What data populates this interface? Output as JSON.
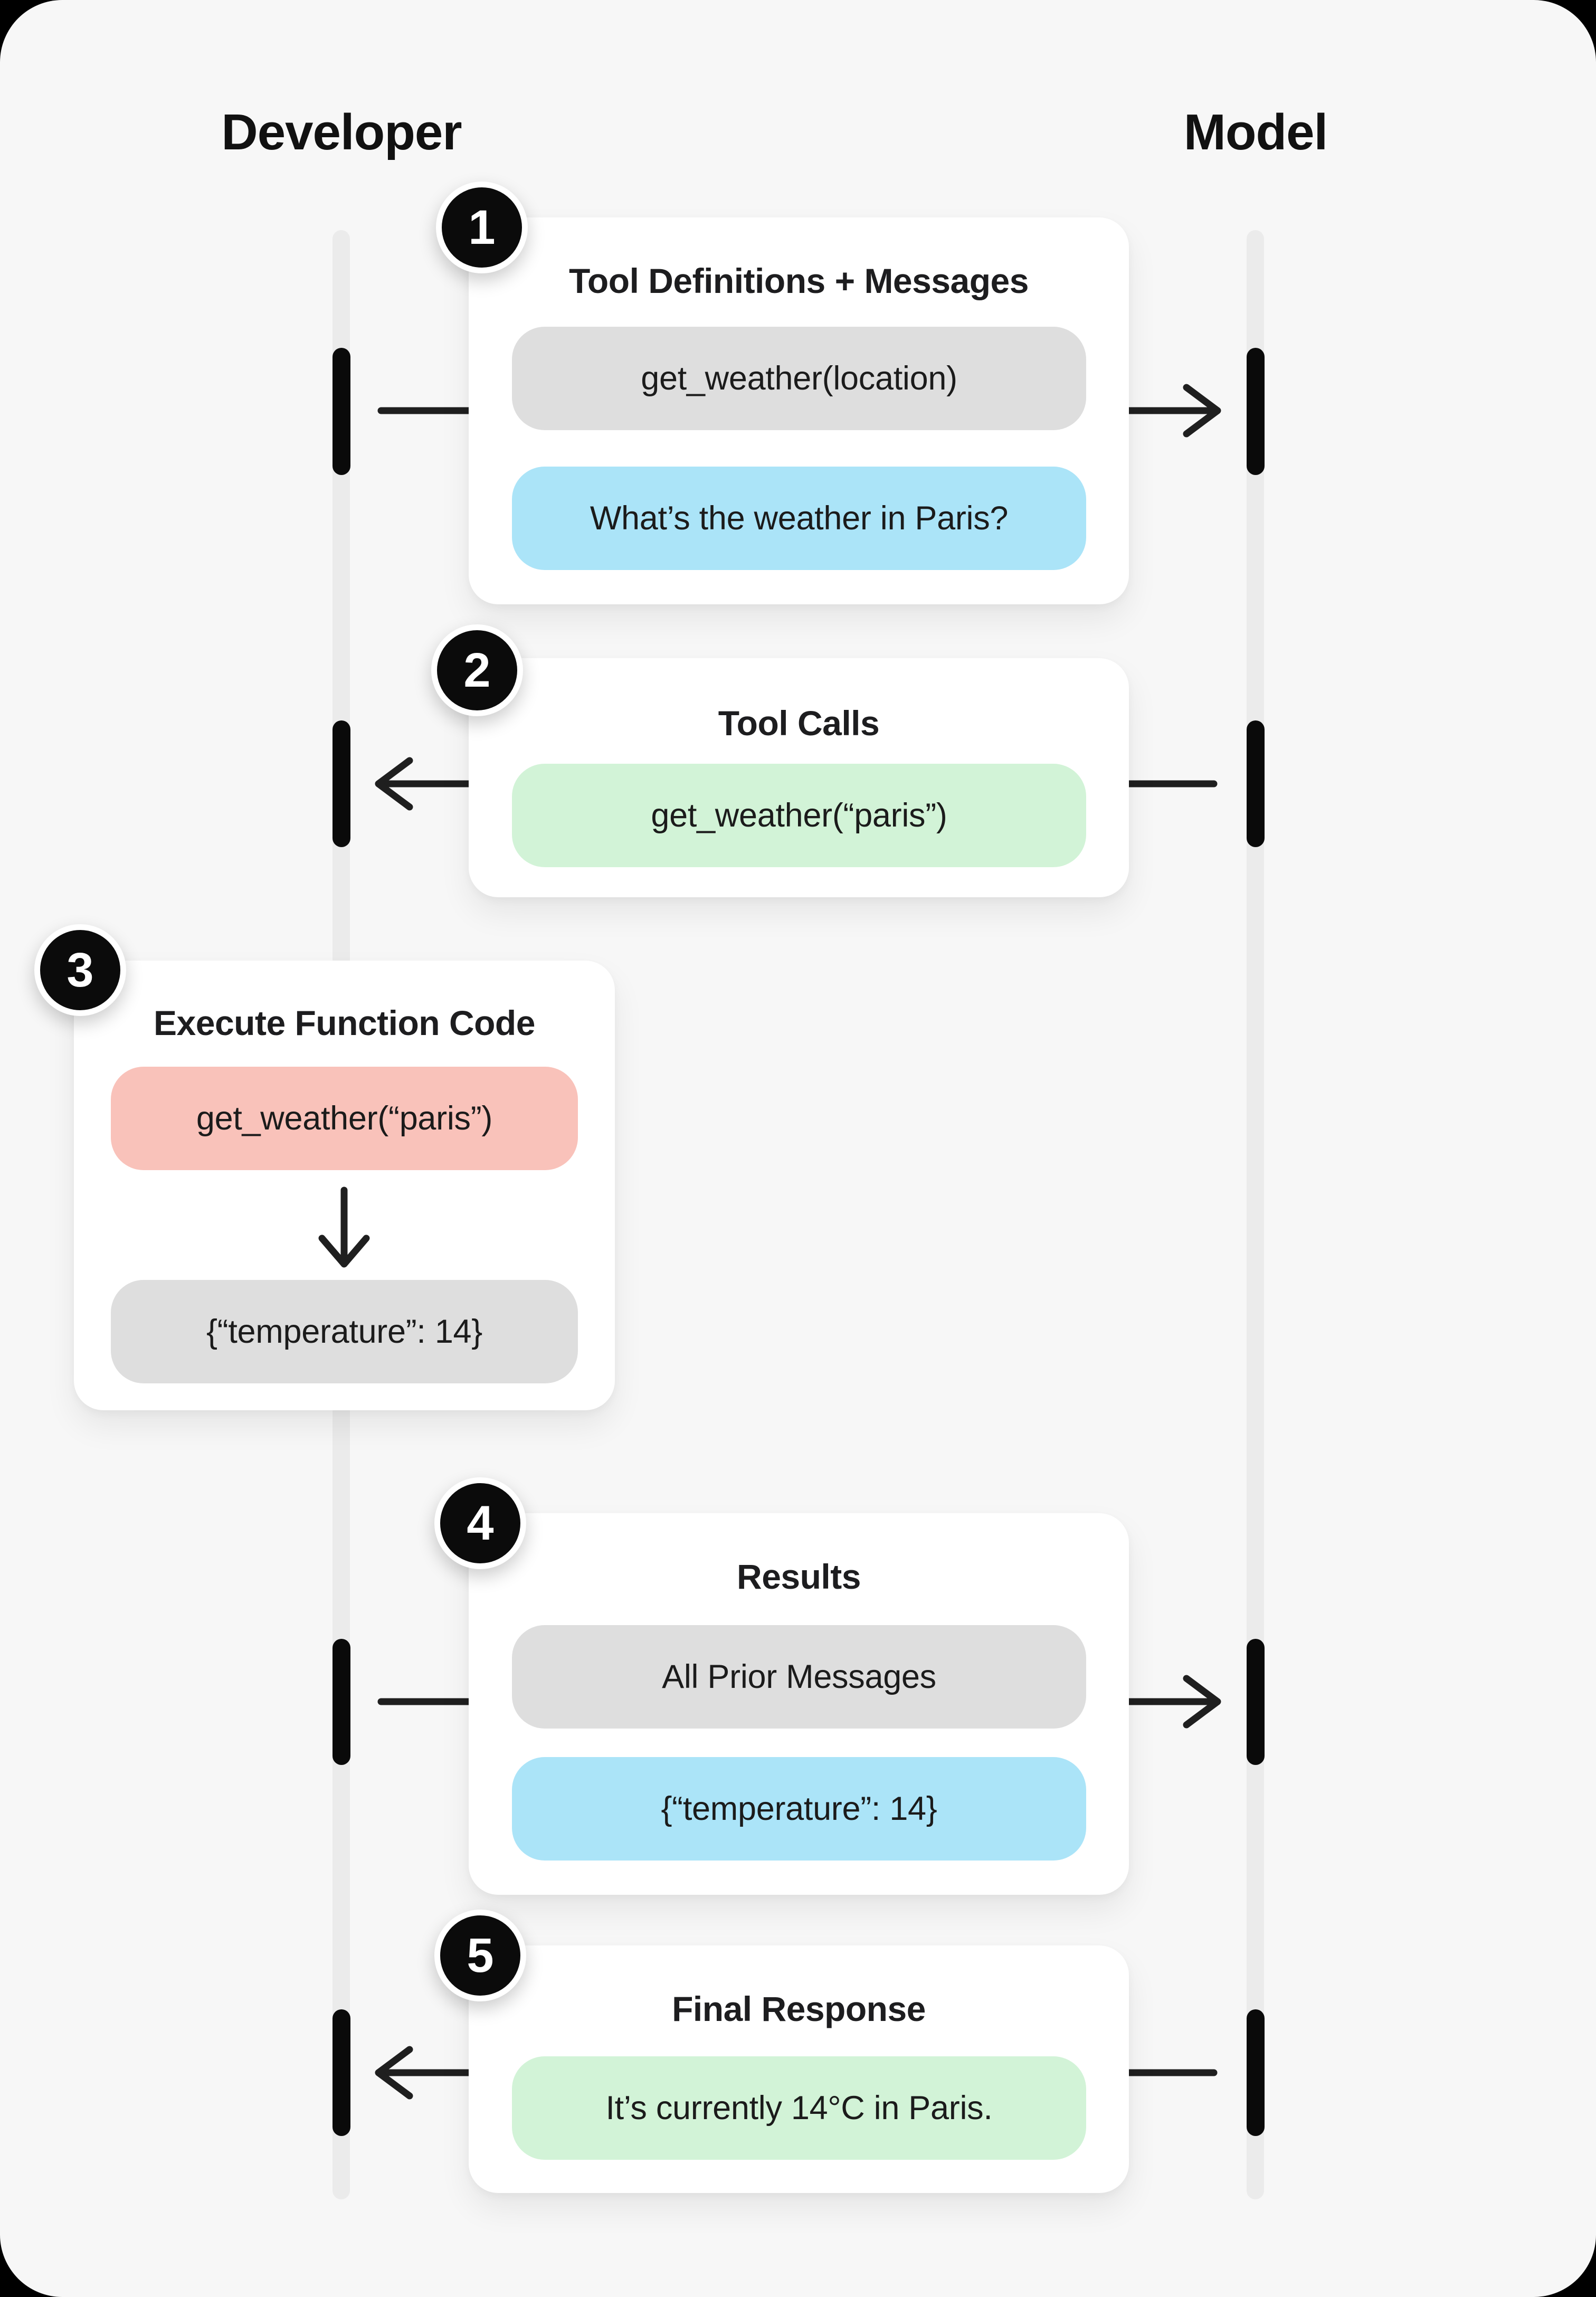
{
  "lanes": {
    "developer": {
      "label": "Developer"
    },
    "model": {
      "label": "Model"
    }
  },
  "colors": {
    "gray": "#dedede",
    "blue": "#abe4f8",
    "green": "#d2f3d7",
    "red": "#f9c2ba",
    "lifeline": "#ebebeb",
    "card": "#ffffff",
    "surface": "#f7f7f7",
    "ink": "#0a0a0a"
  },
  "steps": [
    {
      "number": "1",
      "title": "Tool Definitions + Messages",
      "direction": "developer-to-model",
      "pills": [
        {
          "text": "get_weather(location)",
          "color": "gray"
        },
        {
          "text": "What’s the weather in Paris?",
          "color": "blue"
        }
      ]
    },
    {
      "number": "2",
      "title": "Tool Calls",
      "direction": "model-to-developer",
      "pills": [
        {
          "text": "get_weather(“paris”)",
          "color": "green"
        }
      ]
    },
    {
      "number": "3",
      "title": "Execute Function Code",
      "direction": "internal-down",
      "pills": [
        {
          "text": "get_weather(“paris”)",
          "color": "red"
        },
        {
          "text": "{“temperature”: 14}",
          "color": "gray"
        }
      ]
    },
    {
      "number": "4",
      "title": "Results",
      "direction": "developer-to-model",
      "pills": [
        {
          "text": "All Prior Messages",
          "color": "gray"
        },
        {
          "text": "{“temperature”: 14}",
          "color": "blue"
        }
      ]
    },
    {
      "number": "5",
      "title": "Final Response",
      "direction": "model-to-developer",
      "pills": [
        {
          "text": "It’s currently 14°C in Paris.",
          "color": "green"
        }
      ]
    }
  ]
}
